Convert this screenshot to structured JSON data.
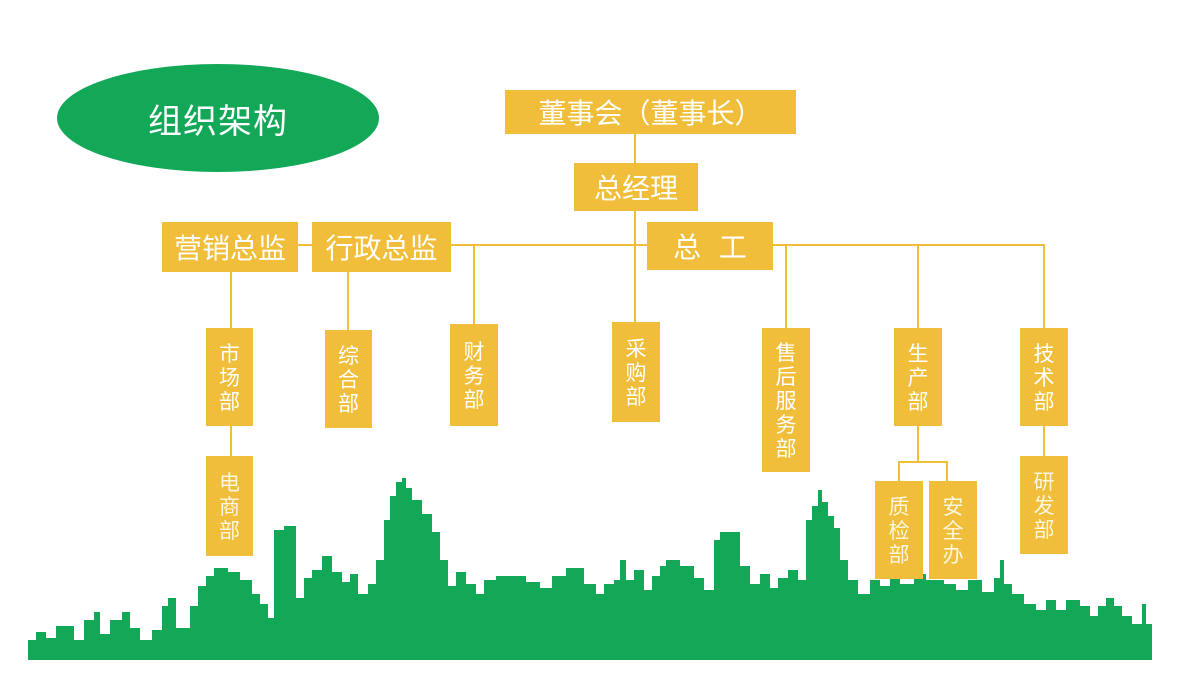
{
  "title": "组织架构",
  "colors": {
    "accent_green": "#12a858",
    "box_gold": "#f1be3b",
    "text": "#ffffff"
  },
  "nodes": {
    "chairman": "董事会（董事长）",
    "general_manager": "总经理",
    "marketing_director": "营销总监",
    "admin_director": "行政总监",
    "chief_engineer": "总  工",
    "market_dept": "市场部",
    "ecommerce_dept": "电商部",
    "general_dept": "综合部",
    "finance_dept": "财务部",
    "purchasing_dept": "采购部",
    "after_sales_dept": "售后服务部",
    "production_dept": "生产部",
    "qc_dept": "质检部",
    "safety_office": "安全办",
    "tech_dept": "技术部",
    "rd_dept": "研发部"
  }
}
